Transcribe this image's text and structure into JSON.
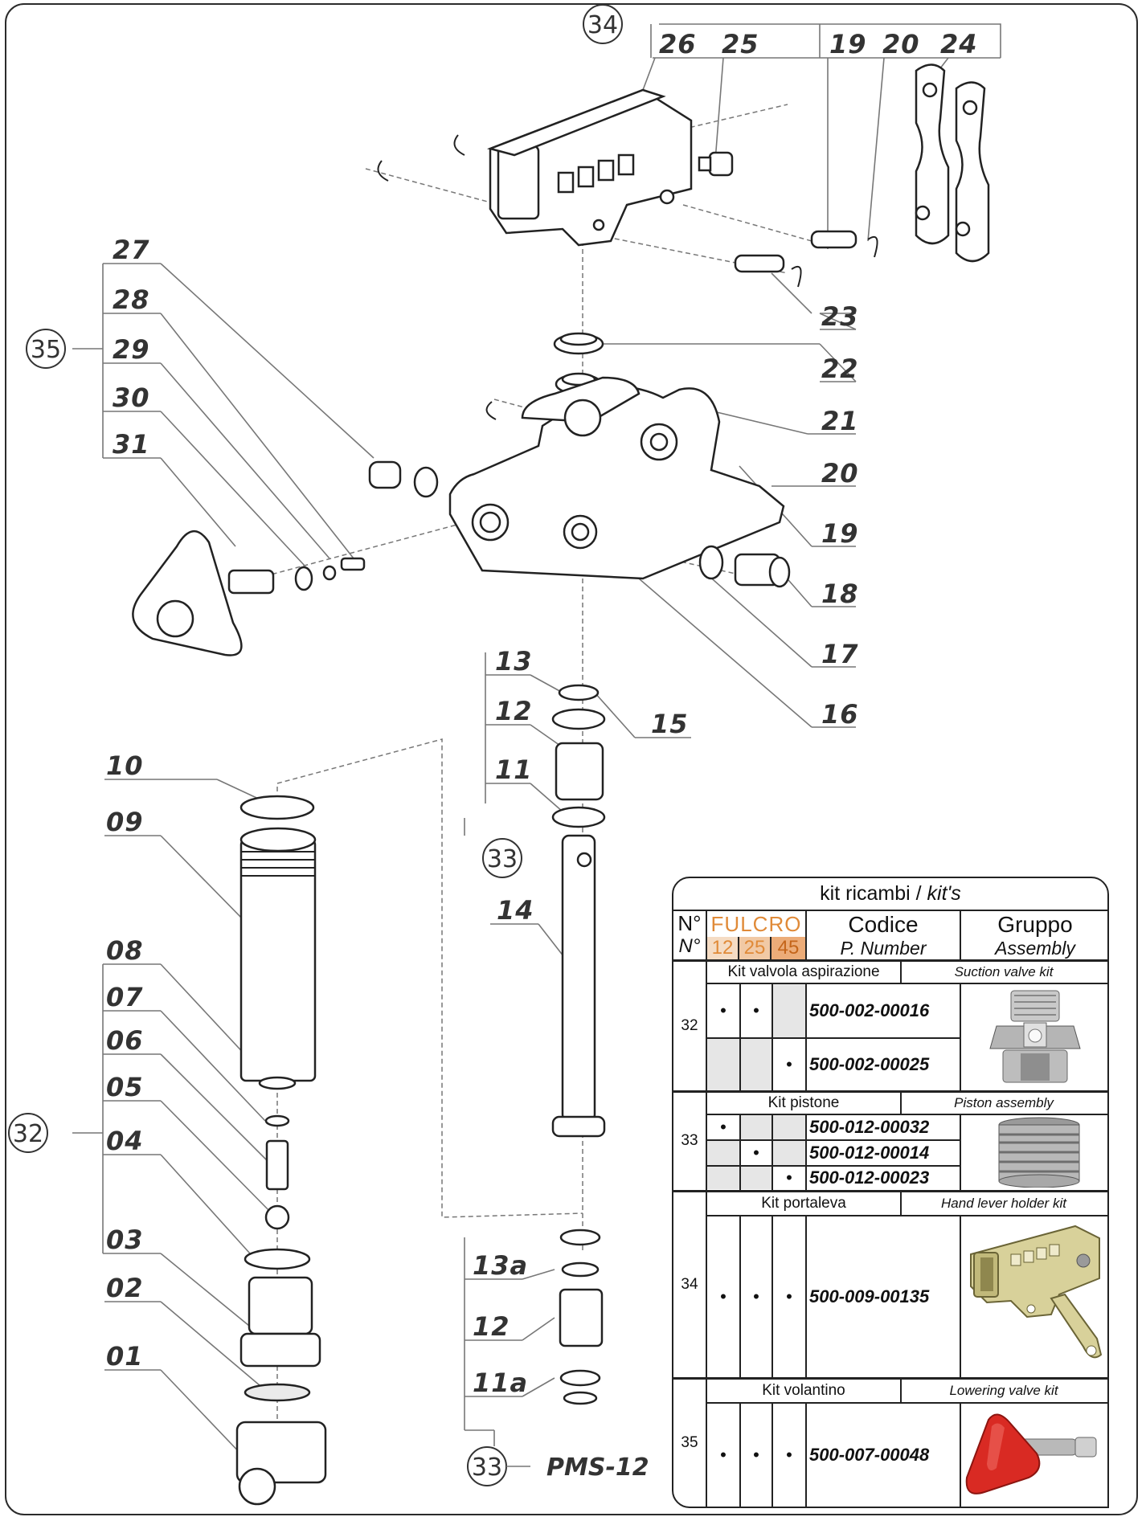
{
  "callouts": {
    "c34": "34",
    "c35": "35",
    "c32": "32",
    "c33a": "33",
    "c33b": "33",
    "pms": "PMS-12"
  },
  "part_labels": {
    "p26": "26",
    "p25": "25",
    "p19a": "19",
    "p20a": "20",
    "p24": "24",
    "p27": "27",
    "p28": "28",
    "p29": "29",
    "p30": "30",
    "p31": "31",
    "p23": "23",
    "p22": "22",
    "p21": "21",
    "p20b": "20",
    "p19b": "19",
    "p18": "18",
    "p17": "17",
    "p16": "16",
    "p15": "15",
    "p13": "13",
    "p12a": "12",
    "p11": "11",
    "p10": "10",
    "p09": "09",
    "p14": "14",
    "p08": "08",
    "p07": "07",
    "p06": "06",
    "p05": "05",
    "p04": "04",
    "p03": "03",
    "p02": "02",
    "p01": "01",
    "p13a": "13a",
    "p12b": "12",
    "p11a": "11a"
  },
  "kit_table": {
    "title": "kit ricambi / ",
    "title_italic": "kit's",
    "hdr_n": "N°",
    "hdr_n_en": "N°",
    "hdr_brand": "FULCRO",
    "hdr_models": [
      "12",
      "25",
      "45"
    ],
    "hdr_code": "Codice",
    "hdr_code_en": "P. Number",
    "hdr_group": "Gruppo",
    "hdr_group_en": "Assembly",
    "colors": {
      "brand_bg": "#f1c9a5",
      "brand_text": "#e08a38",
      "shade": "#e6e6e6"
    },
    "kits": [
      {
        "no": "32",
        "name": "Kit valvola aspirazione",
        "name_en": "Suction valve kit",
        "rows": [
          {
            "m12": "•",
            "m25": "•",
            "m45": "",
            "code": "500-002-00016"
          },
          {
            "m12": "",
            "m25": "",
            "m45": "•",
            "code": "500-002-00025"
          }
        ]
      },
      {
        "no": "33",
        "name": "Kit pistone",
        "name_en": "Piston assembly",
        "rows": [
          {
            "m12": "•",
            "m25": "",
            "m45": "",
            "code": "500-012-00032"
          },
          {
            "m12": "",
            "m25": "•",
            "m45": "",
            "code": "500-012-00014"
          },
          {
            "m12": "",
            "m25": "",
            "m45": "•",
            "code": "500-012-00023"
          }
        ]
      },
      {
        "no": "34",
        "name": "Kit portaleva",
        "name_en": "Hand lever holder kit",
        "rows": [
          {
            "m12": "•",
            "m25": "•",
            "m45": "•",
            "code": "500-009-00135"
          }
        ]
      },
      {
        "no": "35",
        "name": "Kit volantino",
        "name_en": "Lowering valve kit",
        "rows": [
          {
            "m12": "•",
            "m25": "•",
            "m45": "•",
            "code": "500-007-00048"
          }
        ]
      }
    ]
  }
}
